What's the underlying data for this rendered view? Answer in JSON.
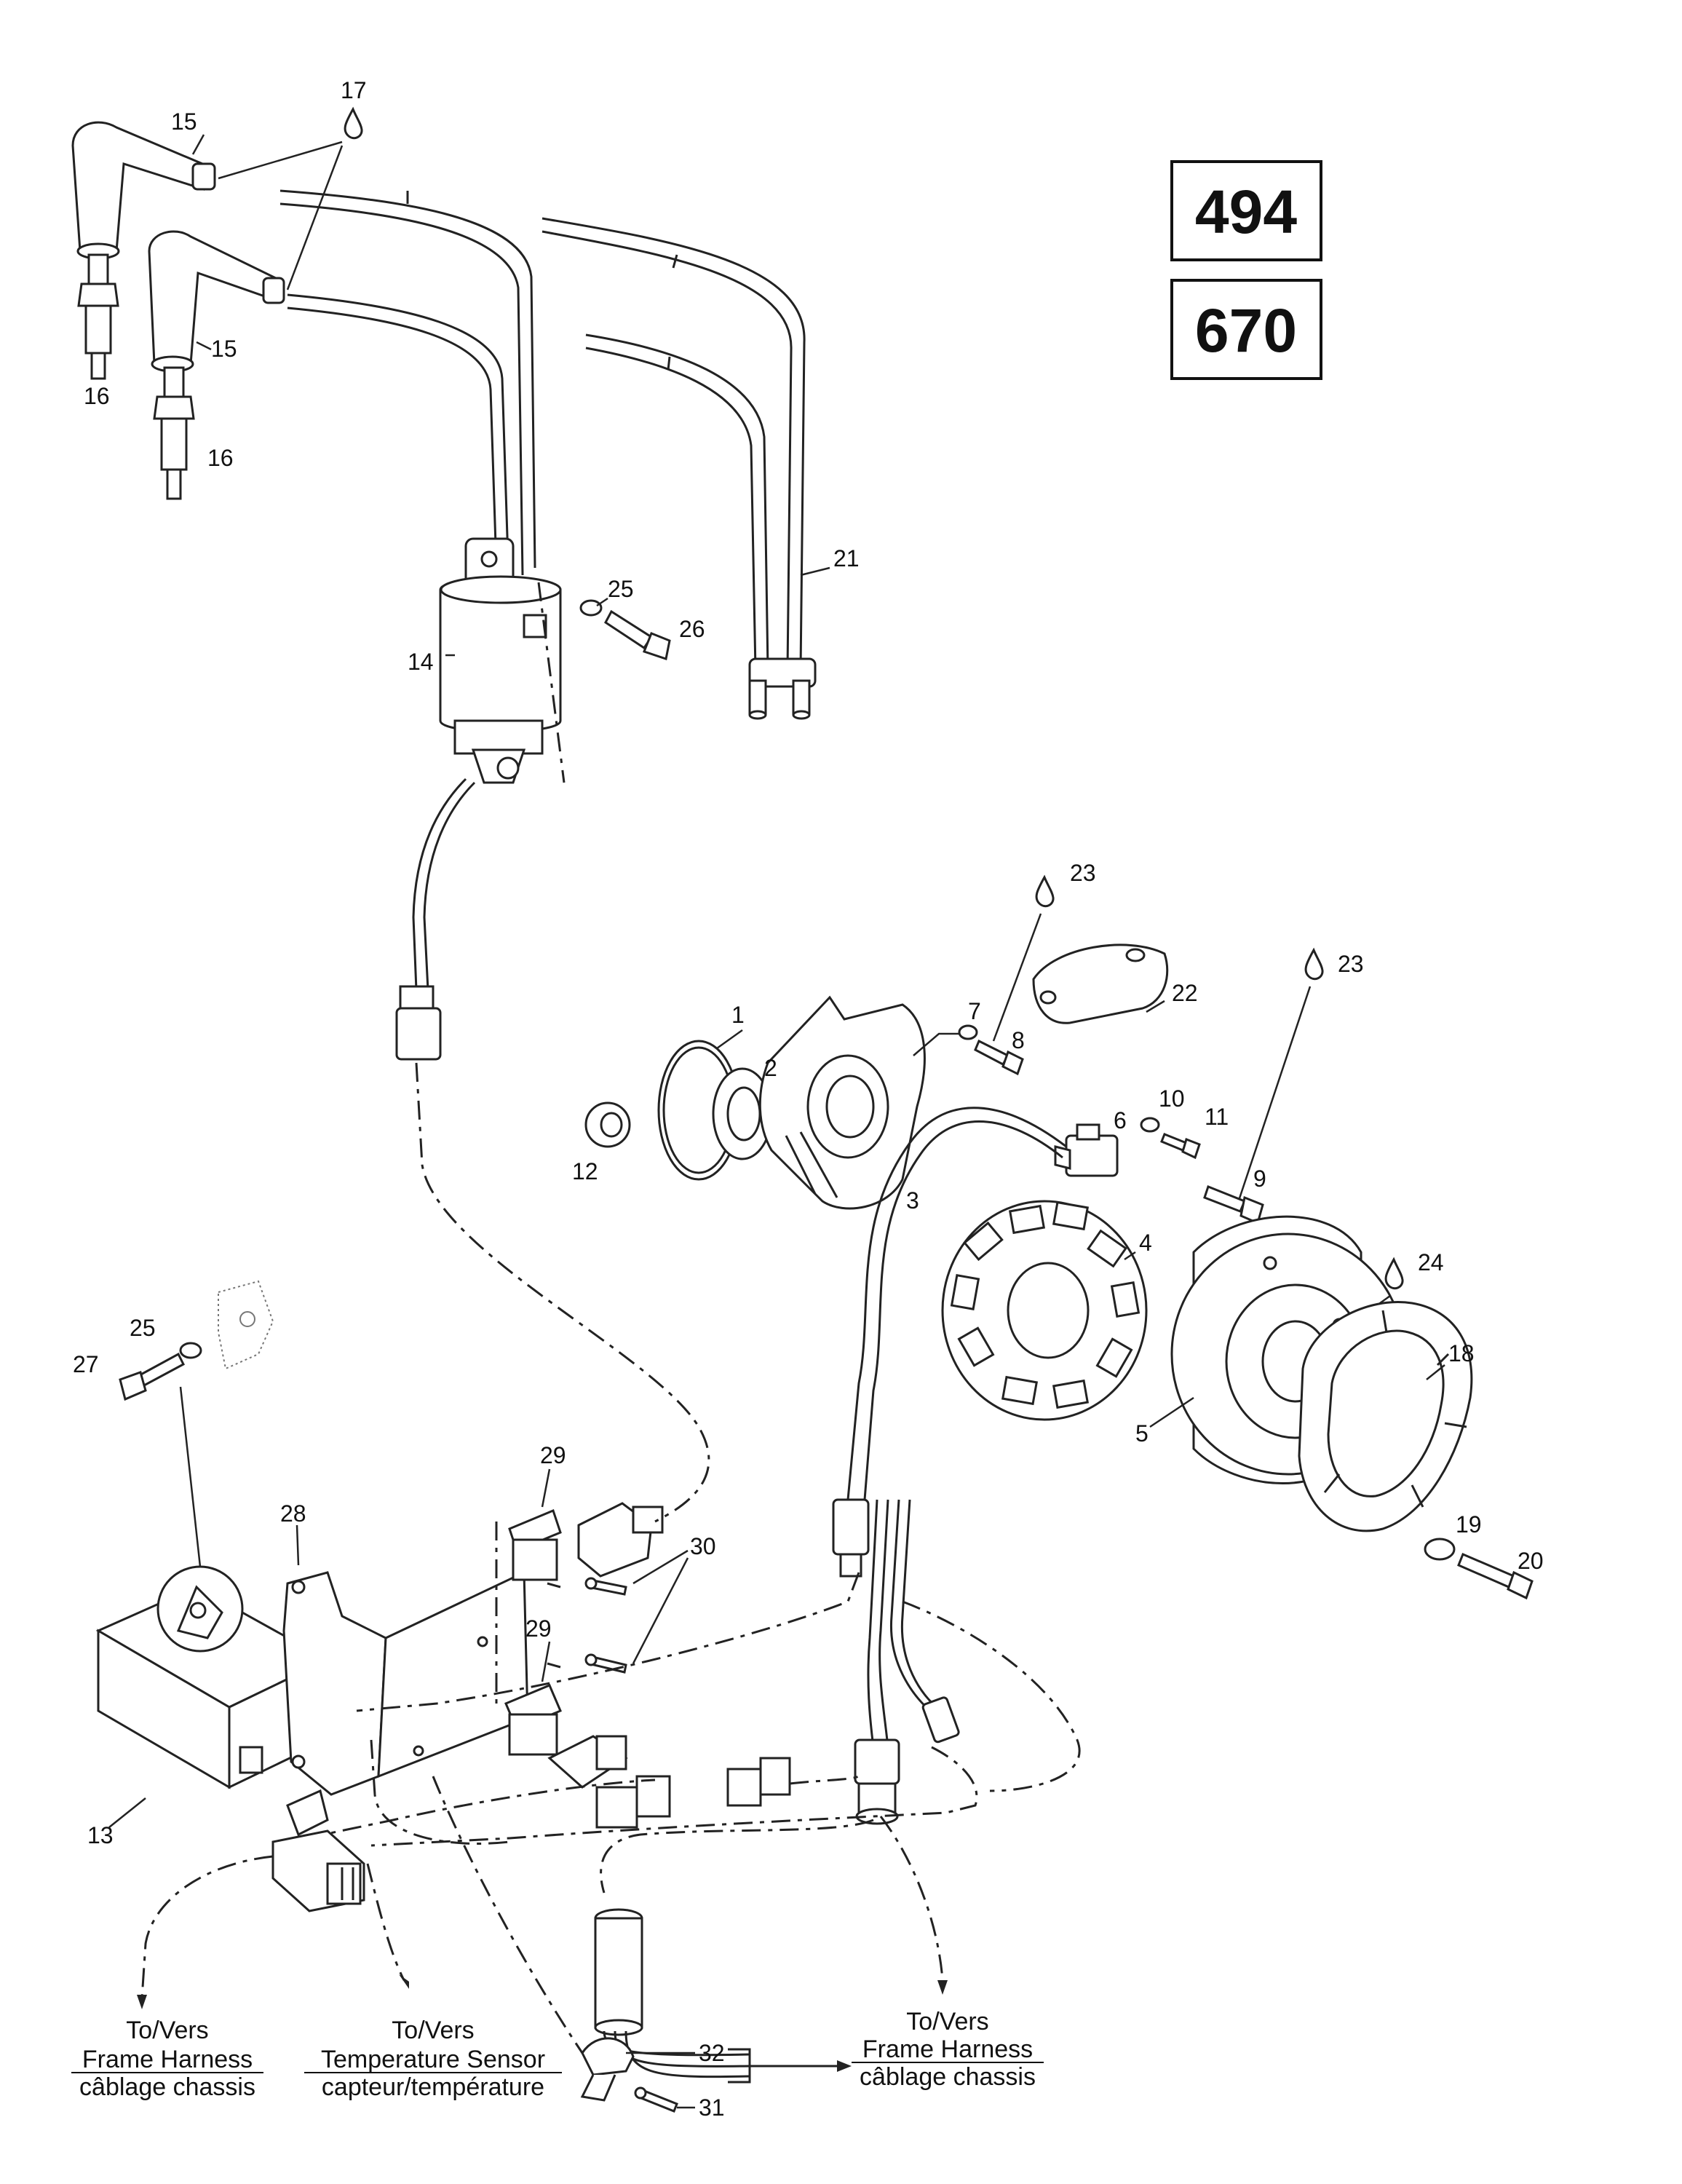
{
  "models": [
    "494",
    "670"
  ],
  "callouts": {
    "p1": "1",
    "p2": "2",
    "p3": "3",
    "p4": "4",
    "p5": "5",
    "p6": "6",
    "p7": "7",
    "p8": "8",
    "p9": "9",
    "p10": "10",
    "p11": "11",
    "p12": "12",
    "p13": "13",
    "p14": "14",
    "p15a": "15",
    "p15b": "15",
    "p16a": "16",
    "p16b": "16",
    "p17": "17",
    "p18": "18",
    "p19": "19",
    "p20": "20",
    "p21": "21",
    "p22": "22",
    "p23a": "23",
    "p23b": "23",
    "p24": "24",
    "p25a": "25",
    "p25b": "25",
    "p26": "26",
    "p27": "27",
    "p28": "28",
    "p29a": "29",
    "p29b": "29",
    "p30": "30",
    "p31": "31",
    "p32": "32"
  },
  "notes": {
    "frame_left": {
      "to": "To/Vers",
      "en": "Frame Harness",
      "fr": "câblage chassis"
    },
    "temp_sensor": {
      "to": "To/Vers",
      "en": "Temperature Sensor",
      "fr": "capteur/température"
    },
    "frame_right": {
      "to": "To/Vers",
      "en": "Frame Harness",
      "fr": "câblage chassis"
    }
  }
}
